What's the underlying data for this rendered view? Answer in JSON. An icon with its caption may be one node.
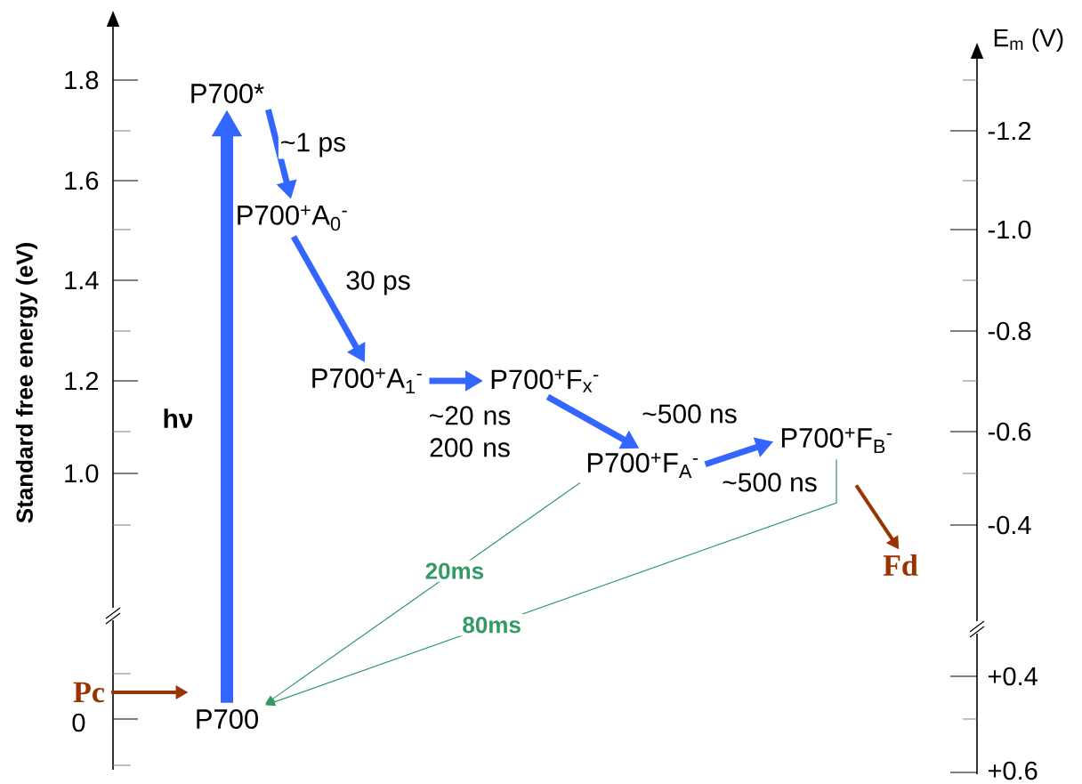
{
  "diagram": {
    "nodes": [
      {
        "text": [
          "P700*"
        ]
      },
      {
        "text": [
          "P700$^{+}$A$_{0}$$^{-}$"
        ]
      },
      {
        "text": [
          "P700$^{+}$A$_{1}$$^{-}$"
        ]
      },
      {
        "text": [
          "P700$^{+}$F$_{x}$$^{-}$"
        ]
      },
      {
        "text": [
          "P700$^{+}$F$_{A}$$^{-}$"
        ]
      },
      {
        "text": [
          "P700$^{+}$F$_{B}$$^{-}$"
        ]
      },
      {
        "text": [
          "Fd"
        ]
      },
      {
        "text": [
          "Pc"
        ]
      },
      {
        "text": [
          "P700"
        ]
      }
    ],
    "edges": [
      {
        "from": 8,
        "to": 0,
        "arrow": "to",
        "label": "hν",
        "style": "thick"
      },
      {
        "from": 0,
        "to": 1,
        "arrow": "to",
        "label": "~1 ps"
      },
      {
        "from": 1,
        "to": 2,
        "arrow": "to",
        "label": "30 ps"
      },
      {
        "from": 2,
        "to": 3,
        "arrow": "to",
        "label": "~20 ns 200 ns"
      },
      {
        "from": 3,
        "to": 4,
        "arrow": "to",
        "label": "~500 ns"
      },
      {
        "from": 4,
        "to": 5,
        "arrow": "to",
        "label": "~500 ns"
      },
      {
        "from": 5,
        "to": 6,
        "arrow": "to",
        "color": "#993300"
      },
      {
        "from": 7,
        "to": 8,
        "arrow": "to",
        "color": "#993300"
      },
      {
        "from": 4,
        "to": 8,
        "arrow": "to",
        "label": "20ms",
        "color": "#339966"
      },
      {
        "from": 5,
        "to": 8,
        "arrow": "to",
        "label": "80ms",
        "color": "#339966"
      }
    ],
    "labels": [
      "Standard free energy (eV)",
      "1.8",
      "1.6",
      "1.4",
      "1.2",
      "1.0",
      "0",
      "E$_{m}$ (V)",
      "-1.2",
      "-1.0",
      "-0.8",
      "-0.6",
      "-0.4",
      "+0.4",
      "+0.6"
    ]
  }
}
